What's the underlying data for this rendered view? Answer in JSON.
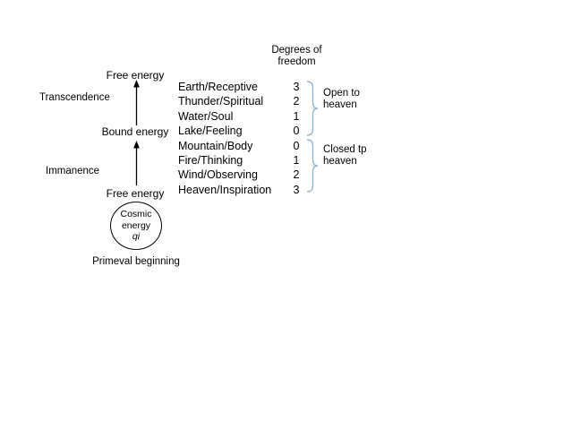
{
  "colors": {
    "brace": "#95B3D7",
    "line": "#000000",
    "text": "#000000",
    "background": "#ffffff"
  },
  "flow": {
    "top_energy": "Free energy",
    "transcendence": "Transcendence",
    "bound_energy": "Bound energy",
    "immanence": "Immanence",
    "bottom_energy": "Free energy",
    "circle": {
      "line1": "Cosmic",
      "line2": "energy",
      "line3": "qi"
    },
    "primeval": "Primeval beginning"
  },
  "degrees": {
    "header_line1": "Degrees of",
    "header_line2": "freedom",
    "rows": [
      {
        "label": "Earth/Receptive",
        "value": "3"
      },
      {
        "label": "Thunder/Spiritual",
        "value": "2"
      },
      {
        "label": "Water/Soul",
        "value": "1"
      },
      {
        "label": "Lake/Feeling",
        "value": "0"
      },
      {
        "label": "Mountain/Body",
        "value": "0"
      },
      {
        "label": "Fire/Thinking",
        "value": "1"
      },
      {
        "label": "Wind/Observing",
        "value": "2"
      },
      {
        "label": "Heaven/Inspiration",
        "value": "3"
      }
    ],
    "groups": [
      {
        "line1": "Open to",
        "line2": "heaven"
      },
      {
        "line1": "Closed tp",
        "line2": "heaven"
      }
    ]
  }
}
